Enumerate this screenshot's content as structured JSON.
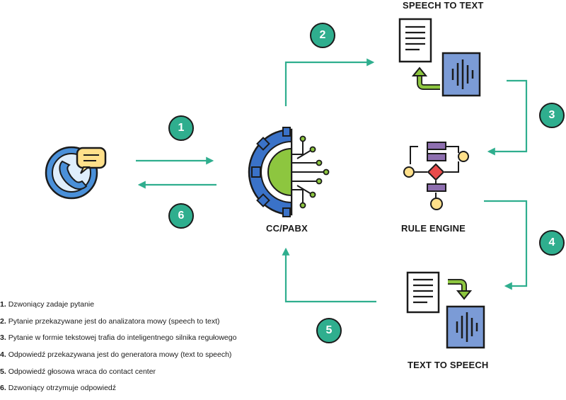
{
  "nodes": {
    "stt_label": "SPEECH TO TEXT",
    "ccpabx_label": "CC/PABX",
    "rule_engine_label": "RULE ENGINE",
    "tts_label": "TEXT TO SPEECH"
  },
  "steps": [
    "1",
    "2",
    "3",
    "4",
    "5",
    "6"
  ],
  "legend": [
    {
      "num": "1.",
      "text": "Dzwoniący zadaje pytanie"
    },
    {
      "num": "2.",
      "text": "Pytanie przekazywane jest do analizatora mowy (speech to text)"
    },
    {
      "num": "3.",
      "text": "Pytanie w formie tekstowej trafia do inteligentnego silnika regułowego"
    },
    {
      "num": "4.",
      "text": "Odpowiedź przekazywana jest do generatora mowy (text to speech)"
    },
    {
      "num": "5.",
      "text": "Odpowiedź głosowa wraca do contact center"
    },
    {
      "num": "6.",
      "text": "Dzwoniący otrzymuje odpowiedź"
    }
  ],
  "colors": {
    "accent": "#2fae8e",
    "arrow": "#2fae8e",
    "phone_blue": "#4a90d9",
    "document_blue": "#7b9bd6",
    "gear_blue": "#3a72c8",
    "brain_green": "#8dc63f",
    "flow_purple": "#8e6fb0",
    "flow_yellow": "#ffe08a",
    "flow_red": "#e94b4b"
  },
  "icons": {
    "caller": "phone-chat-icon",
    "ccpabx": "gear-brain-circuit-icon",
    "stt": "document-to-audio-icon",
    "rule_engine": "flowchart-icon",
    "tts": "document-to-audio-icon"
  }
}
